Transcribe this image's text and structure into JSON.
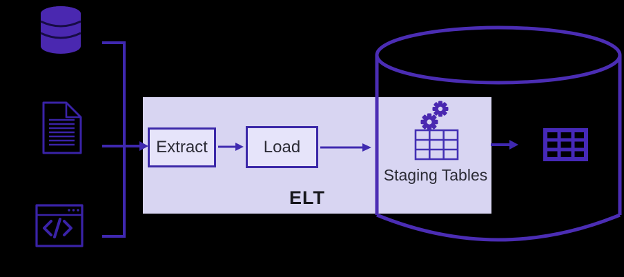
{
  "sources": {
    "icons": [
      "database-icon",
      "document-icon",
      "code-browser-icon"
    ]
  },
  "elt": {
    "label": "ELT",
    "steps": [
      {
        "label": "Extract"
      },
      {
        "label": "Load"
      }
    ]
  },
  "warehouse": {
    "staging_tables_label": "Staging Tables",
    "icons": [
      "gears-icon",
      "staging-table-icon",
      "warehouse-table-icon"
    ]
  },
  "colors": {
    "background": "#000000",
    "accent_purple": "#3f28b0",
    "icon_fill_purple": "#4a28b0",
    "cylinder_stroke": "#4b2db4",
    "elt_box_fill": "#d8d5f2",
    "step_box_fill": "#e6e4fa",
    "step_box_border": "#3b28a8",
    "label_text": "#17171c",
    "body_text": "#2b2b35"
  }
}
